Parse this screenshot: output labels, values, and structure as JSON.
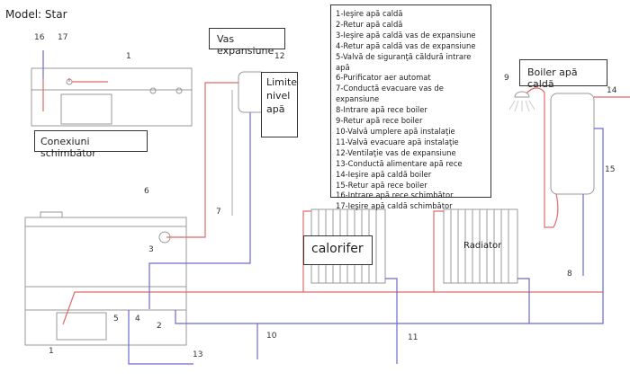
{
  "title": "Model: Star",
  "labels": {
    "exchanger": "Conexiuni schimbător",
    "expansion_vessel": "Vas expansiune",
    "water_level": "Limite nivel apă",
    "hot_water_boiler": "Boiler apă caldă",
    "calorifer": "calorifer",
    "radiator": "Radiator"
  },
  "legend": [
    "1-Ieşire apă caldă",
    "2-Retur apă caldă",
    "3-Ieşire apă caldă vas de expansiune",
    "4-Retur apă caldă vas de expansiune",
    "5-Valvă de siguranţă căldură intrare apă",
    "6-Purificator aer automat",
    "7-Conductă evacuare vas de expansiune",
    "8-Intrare apă rece boiler",
    "9-Retur apă rece boiler",
    "10-Valvă umplere apă instalaţie",
    "11-Valvă evacuare apă instalaţie",
    "12-Ventilaţie vas de expansiune",
    "13-Conductă alimentare apă rece",
    "14-Ieşire apă caldă boiler",
    "15-Retur apă rece boiler",
    "16-Intrare apă rece schimbător",
    "17-Ieşire apă caldă schimbător"
  ],
  "callouts": [
    "1",
    "1",
    "2",
    "3",
    "4",
    "5",
    "6",
    "7",
    "8",
    "9",
    "10",
    "11",
    "12",
    "13",
    "14",
    "15",
    "16",
    "17"
  ],
  "colors": {
    "hot": "#e06a6a",
    "cold": "#6a6ad0",
    "outline": "#888888"
  }
}
